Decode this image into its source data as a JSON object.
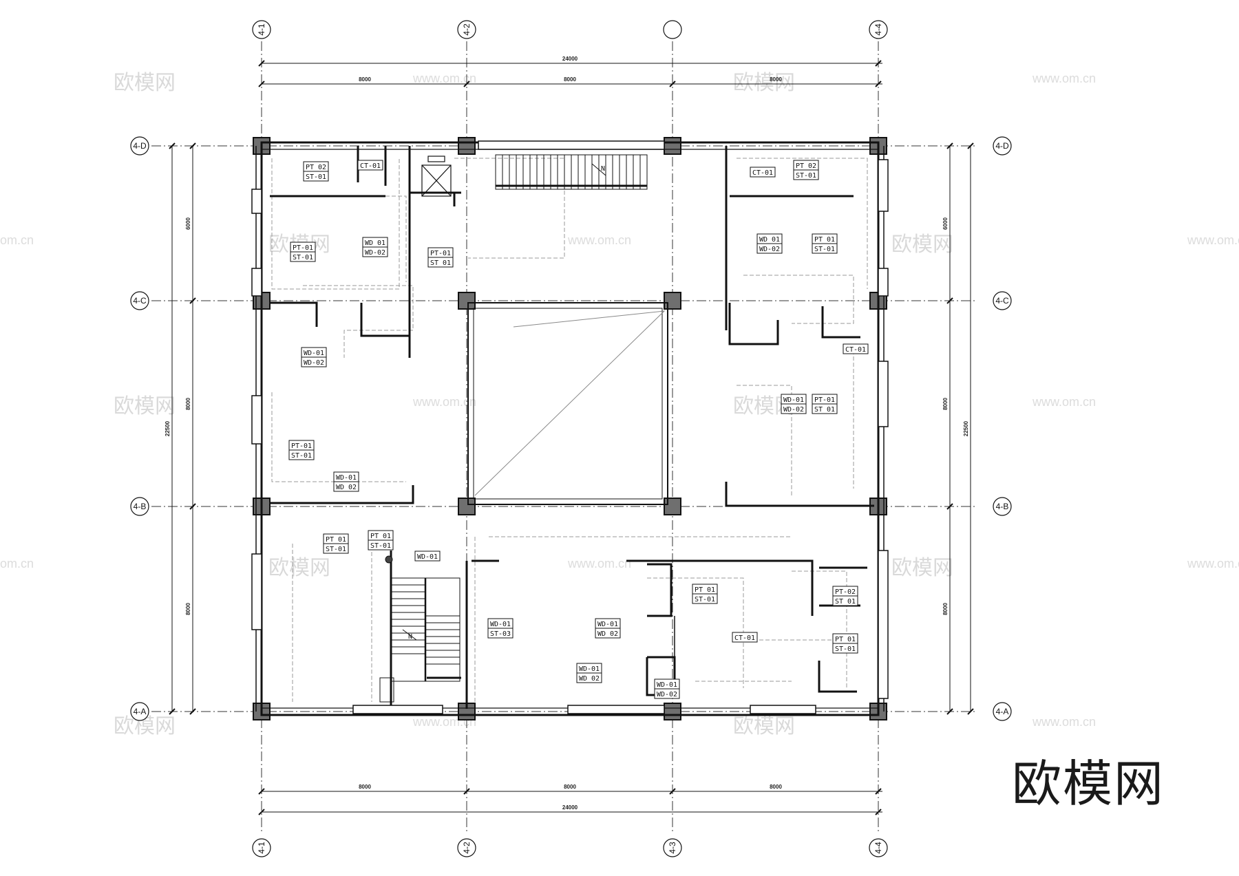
{
  "axes_vertical": [
    "4-1",
    "4-2",
    "",
    "4-4"
  ],
  "axes_vertical_bottom": [
    "4-1",
    "4-2",
    "4-3",
    "4-4"
  ],
  "axes_horizontal": [
    "4-D",
    "4-C",
    "4-B",
    "4-A"
  ],
  "dimensions": {
    "top_total": "24000",
    "top_segments": [
      "8000",
      "8000",
      "8000"
    ],
    "bottom_total": "24000",
    "bottom_segments": [
      "8000",
      "8000",
      "8000"
    ],
    "left_total": "22500",
    "left_segments": [
      "6000",
      "8000",
      "8000"
    ],
    "right_total": "22500",
    "right_segments": [
      "6000",
      "8000",
      "8000"
    ]
  },
  "finish_tags": [
    [
      "PT 02",
      "ST-01"
    ],
    [
      "CT-01"
    ],
    [
      "PT-01",
      "ST-01"
    ],
    [
      "WD 01",
      "WD-02"
    ],
    [
      "PT-01",
      "ST 01"
    ],
    [
      "WD-01",
      "WD-02"
    ],
    [
      "PT-01",
      "ST-01"
    ],
    [
      "WD-01",
      "WD 02"
    ],
    [
      "CT-01"
    ],
    [
      "PT 02",
      "ST-01"
    ],
    [
      "WD 01",
      "WD-02"
    ],
    [
      "PT 01",
      "ST-01"
    ],
    [
      "CT-01"
    ],
    [
      "WD-01",
      "WD-02"
    ],
    [
      "PT-01",
      "ST 01"
    ],
    [
      "PT 01",
      "ST-01"
    ],
    [
      "PT 01",
      "ST-01"
    ],
    [
      "WD-01"
    ],
    [
      "WD-01",
      "ST-03"
    ],
    [
      "WD-01",
      "WD 02"
    ],
    [
      "WD-01",
      "WD 02"
    ],
    [
      "PT 01",
      "ST-01"
    ],
    [
      "WD-01",
      "WD-02"
    ],
    [
      "CT-01"
    ],
    [
      "PT 01",
      "ST-01"
    ],
    [
      "PT-02",
      "ST 01"
    ],
    [
      "CT-01"
    ]
  ],
  "stair_marks": [
    "N",
    "N"
  ],
  "watermark": {
    "brand": "欧模网",
    "url": "www.om.cn",
    "url_partial": "om.cn"
  },
  "logo_text": "欧模网"
}
